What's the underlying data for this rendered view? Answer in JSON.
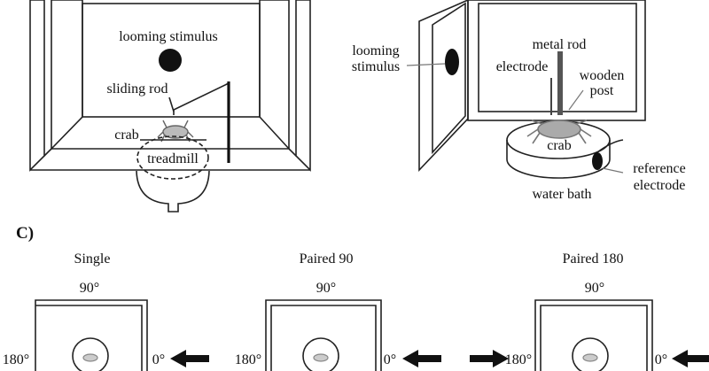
{
  "panel_a": {
    "labels": {
      "looming_stimulus": "looming stimulus",
      "sliding_rod": "sliding rod",
      "crab": "crab",
      "treadmill": "treadmill"
    }
  },
  "panel_b": {
    "labels": {
      "looming_stimulus_line1": "looming",
      "looming_stimulus_line2": "stimulus",
      "metal_rod": "metal rod",
      "electrode": "electrode",
      "wooden_post_line1": "wooden",
      "wooden_post_line2": "post",
      "crab": "crab",
      "reference_electrode_line1": "reference",
      "reference_electrode_line2": "electrode",
      "water_bath": "water bath"
    }
  },
  "panel_c": {
    "panel_label": "C)",
    "conditions": [
      {
        "title": "Single",
        "top": "90°",
        "left": "180°",
        "right": "0°"
      },
      {
        "title": "Paired 90",
        "top": "90°",
        "left": "180°",
        "right": "0°"
      },
      {
        "title": "Paired 180",
        "top": "90°",
        "left": "180°",
        "right": "0°"
      }
    ]
  }
}
